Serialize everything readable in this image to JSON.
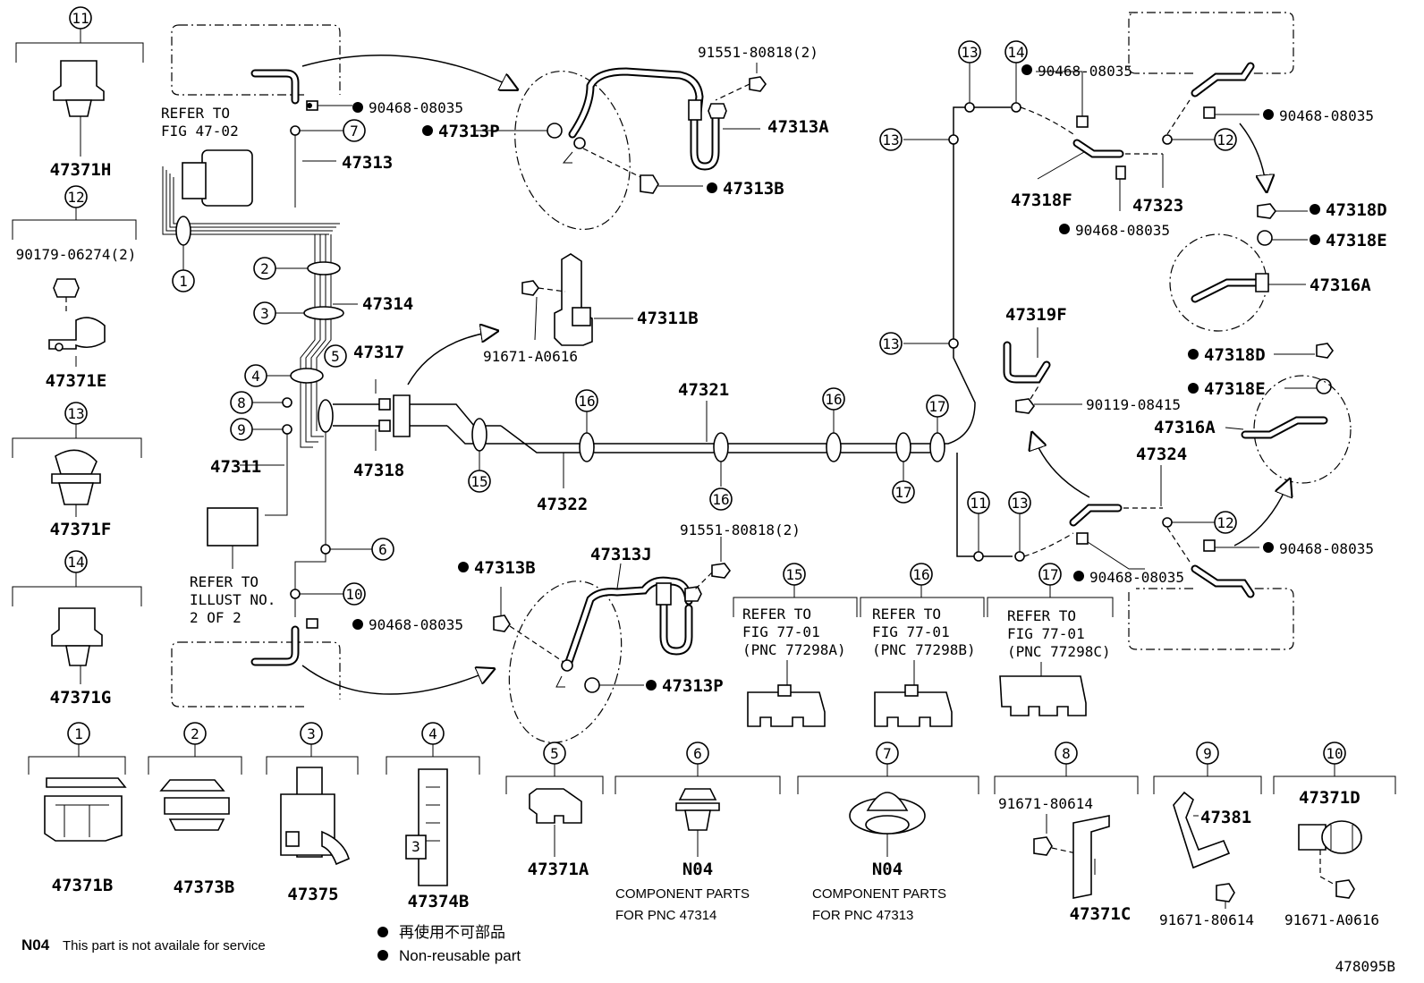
{
  "diagram": {
    "figure_code": "478095B",
    "legend": {
      "jp_label": "再使用不可部品",
      "en_label": "Non-reusable part",
      "n04_code": "N04",
      "n04_text": "This part is not availale for service"
    },
    "callouts": {
      "c1": "1",
      "c2": "2",
      "c3": "3",
      "c4": "4",
      "c5": "5",
      "c6": "6",
      "c7": "7",
      "c8": "8",
      "c9": "9",
      "c10": "10",
      "c11": "11",
      "c12": "12",
      "c13": "13",
      "c14": "14",
      "c15": "15",
      "c16": "16",
      "c17": "17"
    },
    "main_labels": {
      "p47313": "47313",
      "p47314": "47314",
      "p47317": "47317",
      "p47318": "47318",
      "p47311": "47311",
      "p47321": "47321",
      "p47322": "47322",
      "p47311B": "47311B",
      "p91671A0616": "91671-A0616",
      "p47313A": "47313A",
      "p47313P": "47313P",
      "p47313B": "47313B",
      "p9155180818": "91551-80818(2)",
      "p9046808035": "90468-08035",
      "p47313J": "47313J",
      "p47318F": "47318F",
      "p47323": "47323",
      "p47318D": "47318D",
      "p47318E": "47318E",
      "p47316A": "47316A",
      "p47319F": "47319F",
      "p9011908415": "90119-08415",
      "p47324": "47324",
      "refer_4702_l1": "REFER TO",
      "refer_4702_l2": "FIG 47-02",
      "refer_illust_l1": "REFER TO",
      "refer_illust_l2": "ILLUST NO.",
      "refer_illust_l3": "2 OF 2"
    },
    "left_column": [
      {
        "callout": "11",
        "part": "47371H"
      },
      {
        "callout": "12",
        "part": "47371E",
        "extra": "90179-06274(2)"
      },
      {
        "callout": "13",
        "part": "47371F"
      },
      {
        "callout": "14",
        "part": "47371G"
      }
    ],
    "bottom_row": [
      {
        "callout": "1",
        "part": "47371B"
      },
      {
        "callout": "2",
        "part": "47373B"
      },
      {
        "callout": "3",
        "part": "47375"
      },
      {
        "callout": "4",
        "part": "47374B"
      },
      {
        "callout": "5",
        "part": "47371A"
      },
      {
        "callout": "6",
        "part": "N04",
        "note1": "COMPONENT PARTS",
        "note2": "FOR PNC 47314"
      },
      {
        "callout": "7",
        "part": "N04",
        "note1": "COMPONENT PARTS",
        "note2": "FOR PNC 47313"
      },
      {
        "callout": "8",
        "part": "47371C",
        "extra": "91671-80614"
      },
      {
        "callout": "9",
        "part": "47381",
        "extra": "91671-80614"
      },
      {
        "callout": "10",
        "part": "47371D",
        "extra": "91671-A0616"
      }
    ],
    "refer_boxes": [
      {
        "callout": "15",
        "l1": "REFER TO",
        "l2": "FIG 77-01",
        "l3": "(PNC 77298A)"
      },
      {
        "callout": "16",
        "l1": "REFER TO",
        "l2": "FIG 77-01",
        "l3": "(PNC 77298B)"
      },
      {
        "callout": "17",
        "l1": "REFER TO",
        "l2": "FIG 77-01",
        "l3": "(PNC 77298C)"
      }
    ]
  }
}
